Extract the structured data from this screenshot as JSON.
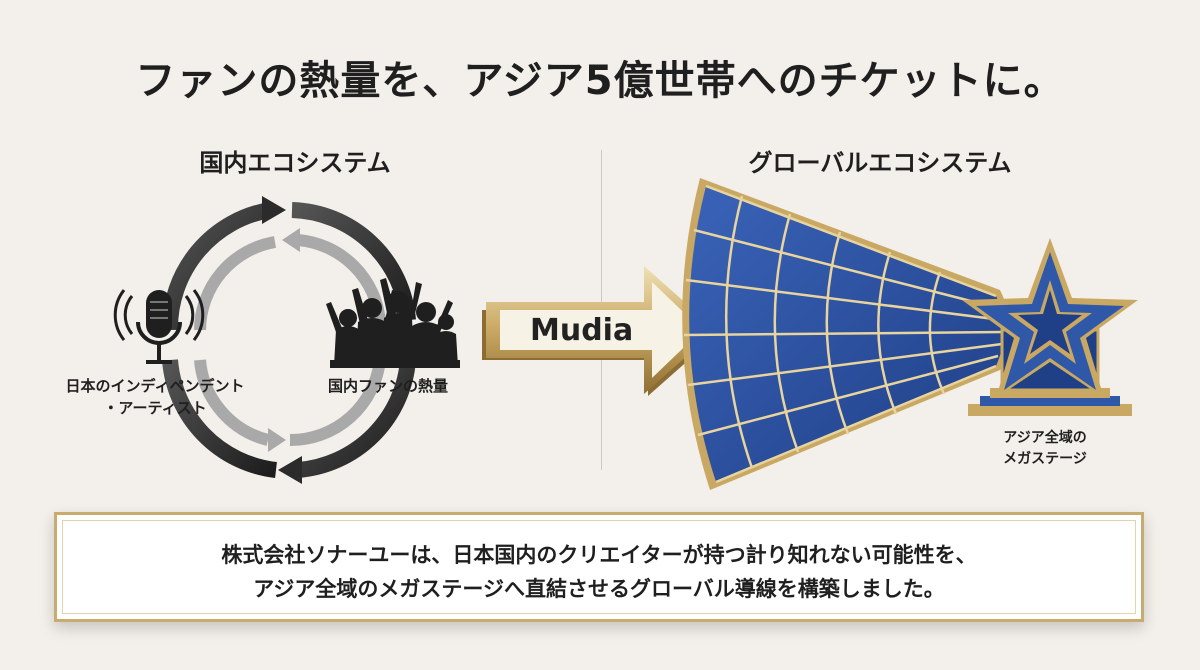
{
  "title": "ファンの熱量を、アジア5億世帯へのチケットに。",
  "domestic": {
    "heading": "国内エコシステム",
    "artist_label_line1": "日本のインディペンデント",
    "artist_label_line2": "・アーティスト",
    "fans_label": "国内ファンの熱量"
  },
  "bridge": {
    "label": "Mudia"
  },
  "global": {
    "heading": "グローバルエコシステム",
    "stage_label_line1": "アジア全域の",
    "stage_label_line2": "メガステージ"
  },
  "summary": {
    "line1": "株式会社ソナーユーは、日本国内のクリエイターが持つ計り知れない可能性を、",
    "line2": "アジア全域のメガステージへ直結させるグローバル導線を構築しました。"
  },
  "colors": {
    "background": "#f3efea",
    "gold": "#c9ab70",
    "grid_blue": "#2f58a8",
    "dark_arrow": "#2b2b2b",
    "light_arrow": "#a9a9a9"
  },
  "icons": [
    "microphone-icon",
    "crowd-icon",
    "star-stage-icon"
  ]
}
